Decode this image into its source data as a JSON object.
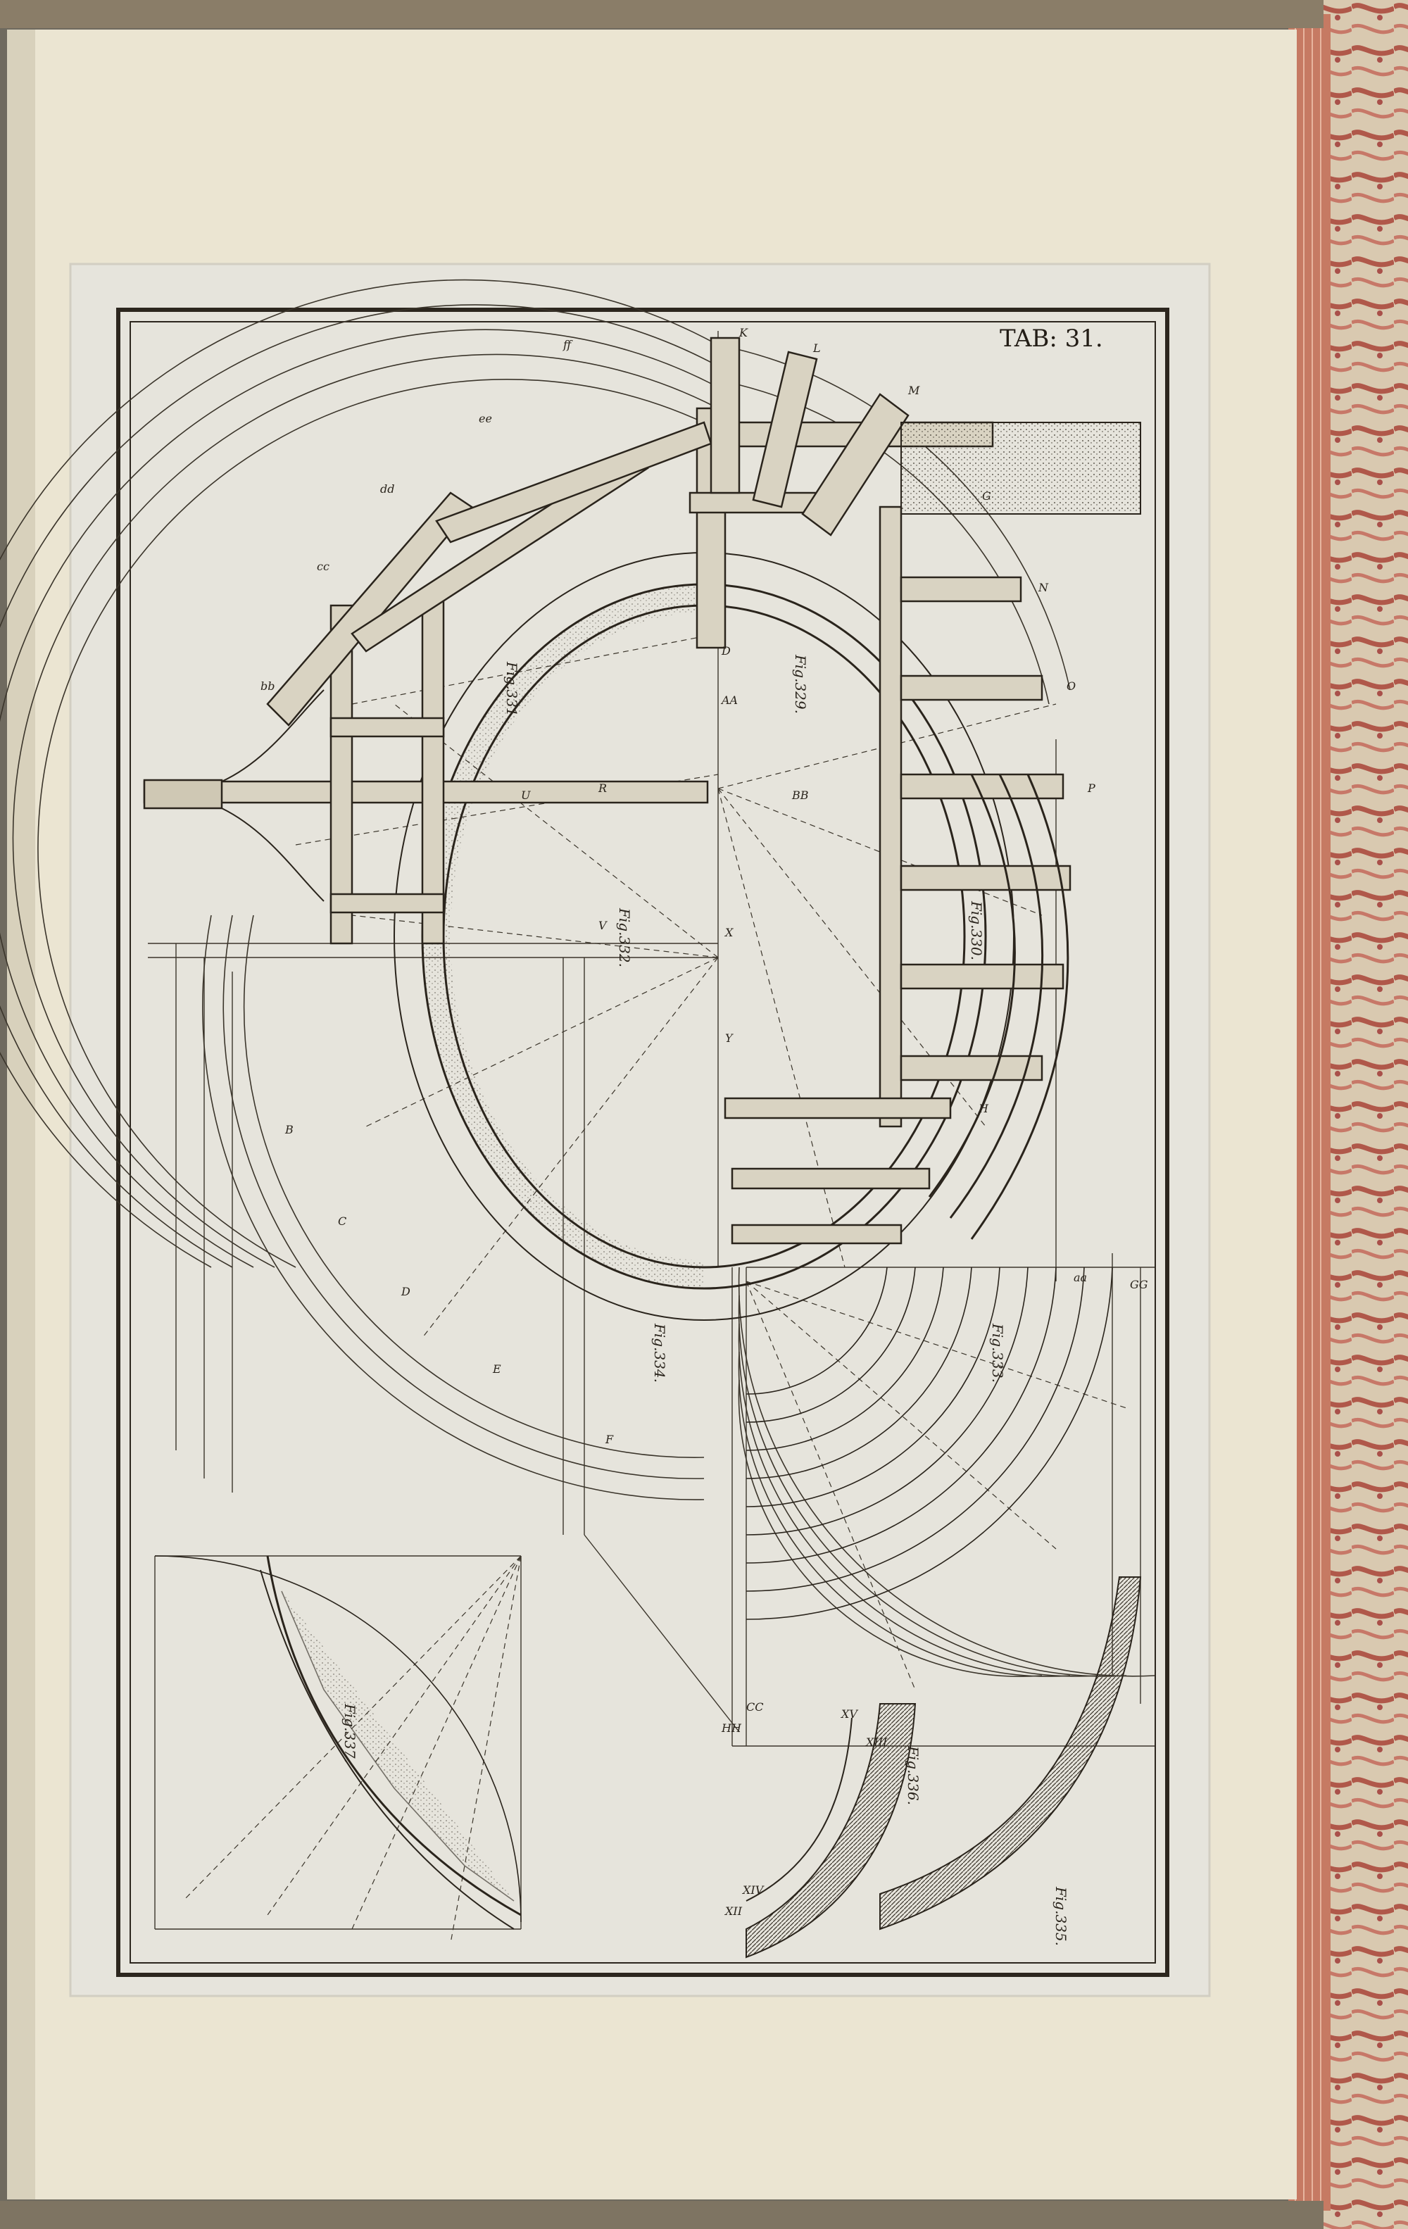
{
  "plate": {
    "tab_label": "TAB: 31.",
    "figure_captions": [
      "Fig.331.",
      "Fig.329.",
      "Fig.332.",
      "Fig.330.",
      "Fig.334.",
      "Fig.333.",
      "Fig.337.",
      "Fig.336.",
      "Fig.335."
    ],
    "point_letters": [
      "K",
      "L",
      "M",
      "G",
      "N",
      "O",
      "P",
      "D",
      "U",
      "R",
      "V",
      "X",
      "Y",
      "BB",
      "AA",
      "B",
      "C",
      "D",
      "E",
      "F",
      "H",
      "GG",
      "aa",
      "ee",
      "dd",
      "cc",
      "bb",
      "ff",
      "CC",
      "HH",
      "XII",
      "XIII",
      "XIV",
      "XV"
    ]
  },
  "colors": {
    "paper": "#ece6d4",
    "ink": "#2f2a22",
    "book_edge": "#c4705c",
    "marbled": "#b86a52"
  }
}
